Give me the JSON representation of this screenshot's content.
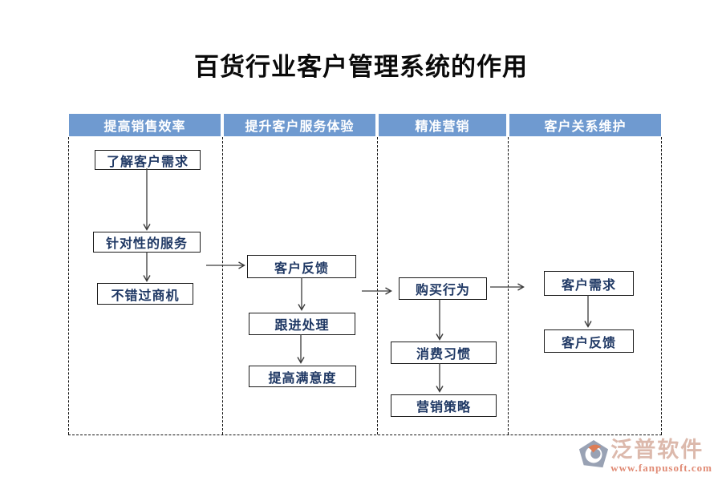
{
  "title": "百货行业客户管理系统的作用",
  "columns": [
    {
      "header": "提高销售效率",
      "boxes": [
        "了解客户需求",
        "针对性的服务",
        "不错过商机"
      ]
    },
    {
      "header": "提升客户服务体验",
      "boxes": [
        "客户反馈",
        "跟进处理",
        "提高满意度"
      ]
    },
    {
      "header": "精准营销",
      "boxes": [
        "购买行为",
        "消费习惯",
        "营销策略"
      ]
    },
    {
      "header": "客户关系维护",
      "boxes": [
        "客户需求",
        "客户反馈"
      ]
    }
  ],
  "logo": {
    "icon": "fanpu-logo-mark",
    "name": "泛普软件",
    "url": "www.fanpusoft.com"
  },
  "colors": {
    "title_fg": "#0a0a0a",
    "header_bg": "#6f9ad0",
    "header_fg": "#ffffff",
    "box_fg": "#1f3864",
    "box_border": "#1a1a1a",
    "line": "#111111",
    "arrow": "#3a3a3a",
    "logo_main": "#dcb9ac",
    "logo_url": "#e08a74",
    "logo_shape": "#99a2b4",
    "logo_accent": "#dd7d55"
  }
}
